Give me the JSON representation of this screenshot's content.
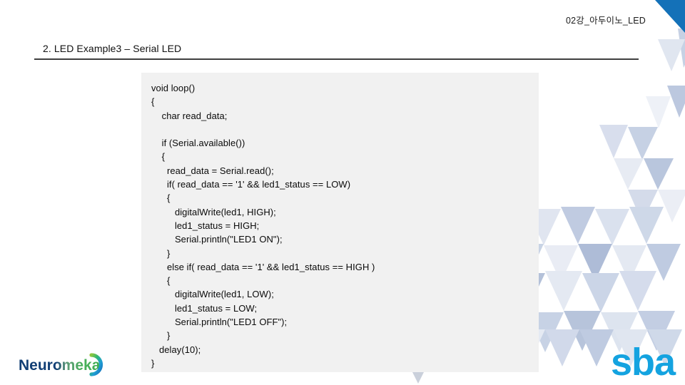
{
  "slide": {
    "header_label": "02강_아두이노_LED",
    "title": "2. LED Example3 – Serial LED",
    "accent_blue": "#1471b8",
    "code_bg": "#f1f1f1",
    "rule_color": "#3f3f3f",
    "sba_blue": "#14a3e0",
    "pattern_color": "#b8c4dc"
  },
  "code": {
    "language": "arduino-c",
    "lines": [
      "void loop()",
      "{",
      "    char read_data;",
      "",
      "    if (Serial.available())",
      "    {",
      "      read_data = Serial.read();",
      "      if( read_data == '1' && led1_status == LOW)",
      "      {",
      "         digitalWrite(led1, HIGH);",
      "         led1_status = HIGH;",
      "         Serial.println(\"LED1 ON\");",
      "      }",
      "      else if( read_data == '1' && led1_status == HIGH )",
      "      {",
      "         digitalWrite(led1, LOW);",
      "         led1_status = LOW;",
      "         Serial.println(\"LED1 OFF\");",
      "      }",
      "   delay(10);",
      "}"
    ]
  },
  "logos": {
    "neuromeka": {
      "name": "Neuromeka",
      "text_dark": "Neur",
      "text_light": "omeka",
      "dark_color": "#123f75",
      "green_color": "#5cb848",
      "blue_color": "#1c92d2"
    },
    "sba": {
      "name": "sba",
      "text": "sba",
      "color": "#14a3e0"
    }
  }
}
